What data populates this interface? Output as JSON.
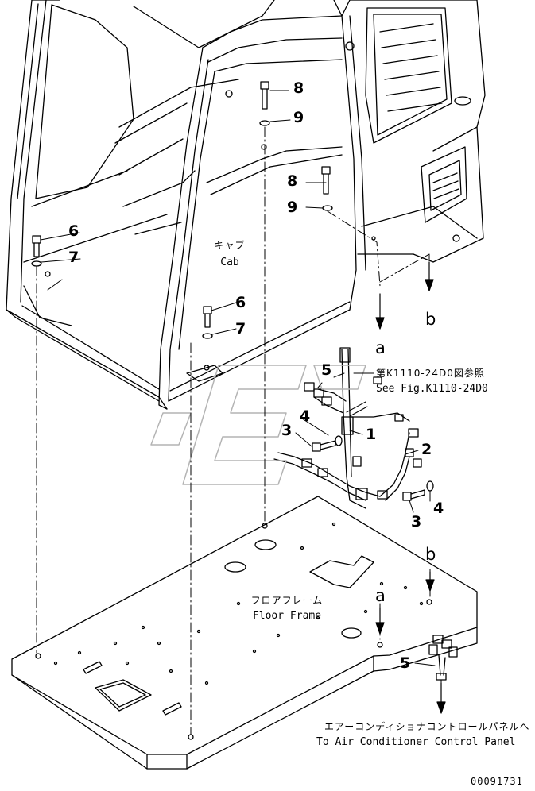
{
  "callouts": {
    "p8a": "8",
    "p9a": "9",
    "p8b": "8",
    "p9b": "9",
    "p6a": "6",
    "p7a": "7",
    "p6b": "6",
    "p7b": "7",
    "p5a": "5",
    "p4a": "4",
    "p3a": "3",
    "p1": "1",
    "p2": "2",
    "p4b": "4",
    "p3b": "3",
    "p5b": "5"
  },
  "refs": {
    "a_upper": "a",
    "b_upper": "b",
    "a_lower": "a",
    "b_lower": "b"
  },
  "labels": {
    "cab_jp": "キャブ",
    "cab_en": "Cab",
    "floor_jp": "フロアフレーム",
    "floor_en": "Floor Frame",
    "seefig_jp": "第K1110-24D0図参照",
    "seefig_en": "See Fig.K1110-24D0",
    "panel_jp": "エアーコンディショナコントロールパネルへ",
    "panel_en": "To Air Conditioner Control Panel"
  },
  "drawing_no": "00091731"
}
